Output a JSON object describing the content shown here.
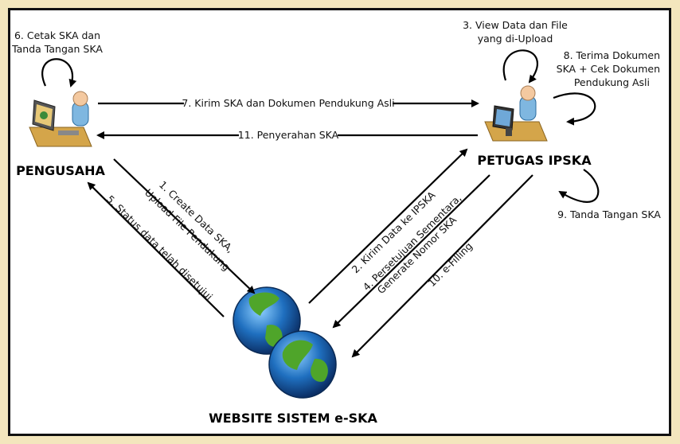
{
  "actors": {
    "pengusaha": "PENGUSAHA",
    "petugas": "PETUGAS IPSKA",
    "website": "WEBSITE SISTEM e-SKA"
  },
  "steps": {
    "s1a": "1. Create Data SKA,",
    "s1b": "Upload File Pendukung",
    "s2": "2. Kirim Data ke IPSKA",
    "s3a": "3. View Data dan File",
    "s3b": "yang di-Upload",
    "s4a": "4. Persetujuan Sementara,",
    "s4b": "Generate Nomor SKA",
    "s5": "5. Status data telah disetujui",
    "s6a": "6. Cetak SKA dan",
    "s6b": "Tanda Tangan SKA",
    "s7": "7. Kirim SKA dan Dokumen Pendukung Asli",
    "s8a": "8. Terima Dokumen",
    "s8b": "SKA + Cek Dokumen",
    "s8c": "Pendukung Asli",
    "s9": "9. Tanda Tangan SKA",
    "s10": "10. e-Filling",
    "s11": "11. Penyerahan SKA"
  },
  "icons": {
    "pengusaha": "person-at-computer-icon",
    "petugas": "person-at-computer-icon",
    "website": "globe-icon"
  },
  "colors": {
    "background": "#f3e6bd",
    "ocean": "#1f6fbf",
    "land": "#4fa52a"
  }
}
